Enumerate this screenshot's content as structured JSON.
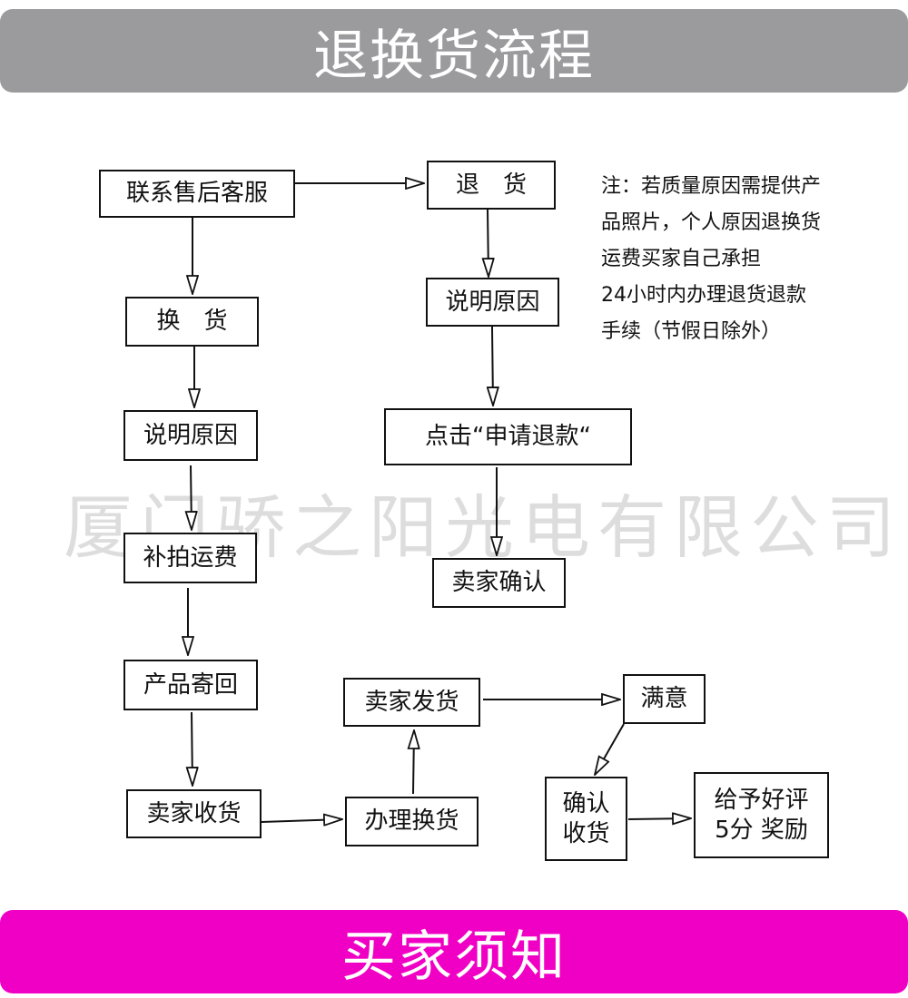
{
  "header": {
    "title": "退换货流程"
  },
  "footer": {
    "title": "买家须知"
  },
  "flow": {
    "contact": "联系售后客服",
    "return": "退　货",
    "exchange": "换　货",
    "reason_exchange": "说明原因",
    "reason_return": "说明原因",
    "click_refund": "点击“申请退款“",
    "pay_shipping": "补拍运费",
    "seller_confirm": "卖家确认",
    "send_back": "产品寄回",
    "seller_ship": "卖家发货",
    "satisfied": "满意",
    "seller_receive": "卖家收货",
    "process_exchange": "办理换货",
    "confirm_receipt": "确认\n收货",
    "reward": "给予好评\n5分 奖励"
  },
  "note": {
    "lines": [
      "注：若质量原因需提供产",
      "品照片，个人原因退换货",
      "运费买家自己承担",
      "24小时内办理退货退款",
      "手续（节假日除外）"
    ]
  },
  "watermark": "厦门骄之阳光电有限公司",
  "colors": {
    "header_bg": "#9b9a9c",
    "footer_bg": "#f000c4",
    "line": "#111111"
  }
}
